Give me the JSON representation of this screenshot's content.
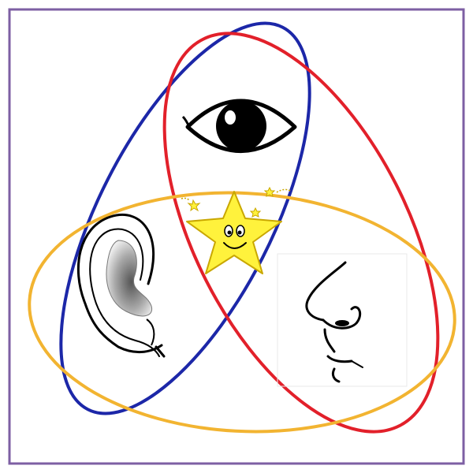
{
  "colors": {
    "frame": "#7d5fa3",
    "ellipse_blue": "#1c27a8",
    "ellipse_red": "#e2202a",
    "ellipse_yellow": "#f2b431",
    "star_fill": "#fff23c",
    "star_stroke": "#c9a700",
    "ink": "#000000",
    "ear_shade": "#8a8a8a"
  },
  "ellipses": [
    {
      "name": "blue-ellipse",
      "color_key": "ellipse_blue"
    },
    {
      "name": "red-ellipse",
      "color_key": "ellipse_red"
    },
    {
      "name": "yellow-ellipse",
      "color_key": "ellipse_yellow"
    }
  ],
  "icons": [
    "eye-icon",
    "ear-icon",
    "nose-icon",
    "star-icon"
  ]
}
